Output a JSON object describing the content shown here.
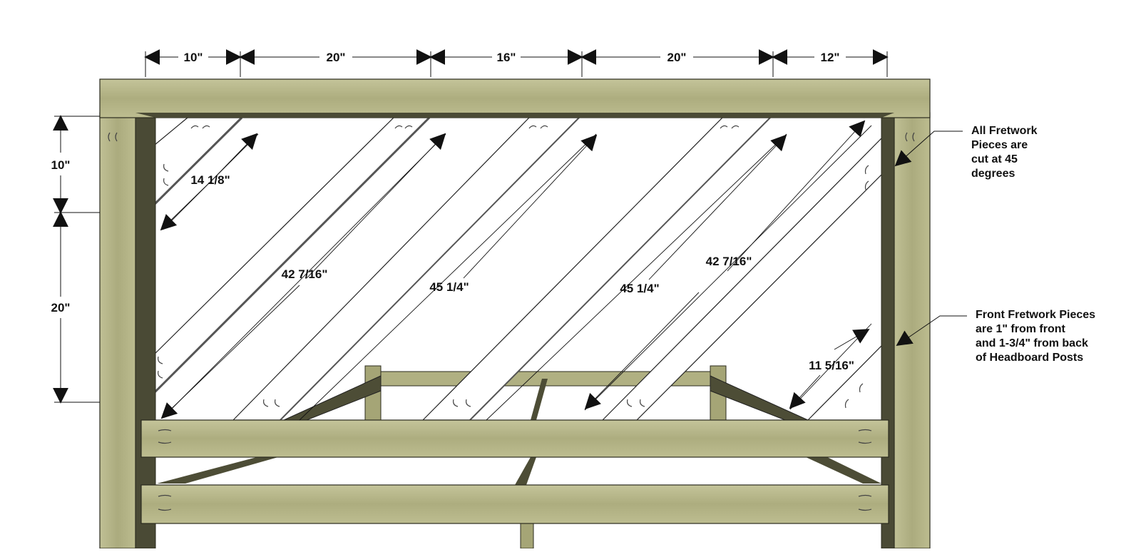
{
  "dimensions": {
    "top": [
      "10\"",
      "20\"",
      "16\"",
      "20\"",
      "12\""
    ],
    "left": [
      "10\"",
      "20\""
    ],
    "pieces": [
      "14 1/8\"",
      "42 7/16\"",
      "45 1/4\"",
      "45 1/4\"",
      "42 7/16\"",
      "11 5/16\""
    ]
  },
  "notes": {
    "fretwork_angle": "All Fretwork\nPieces are\ncut at 45\ndegrees",
    "front_offset": "Front Fretwork Pieces\nare 1\" from front\nand 1-3/4\" from back\nof Headboard Posts"
  },
  "colors": {
    "wood": "#b9b98a",
    "wood_dark": "#8f8f62",
    "wood_shadow": "#4a4a35",
    "fretwork": "#ffffff",
    "line": "#111111"
  }
}
